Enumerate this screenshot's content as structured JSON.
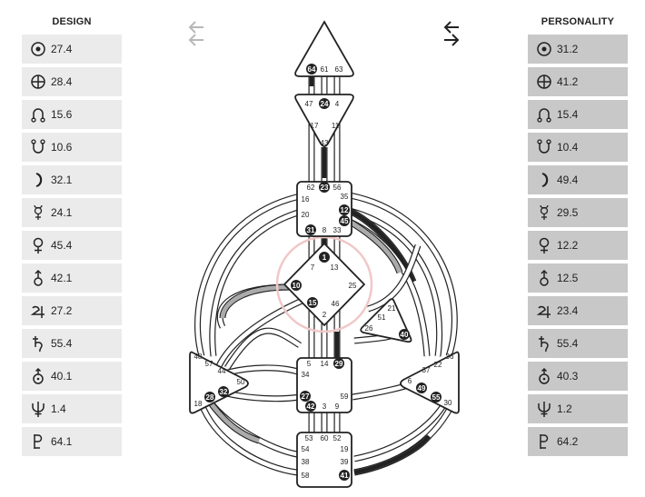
{
  "design": {
    "heading": "DESIGN",
    "rows": [
      {
        "planet_icon": "sun-icon",
        "value": "27.4"
      },
      {
        "planet_icon": "earth-icon",
        "value": "28.4"
      },
      {
        "planet_icon": "north-node-icon",
        "value": "15.6"
      },
      {
        "planet_icon": "south-node-icon",
        "value": "10.6"
      },
      {
        "planet_icon": "moon-icon",
        "value": "32.1"
      },
      {
        "planet_icon": "mercury-icon",
        "value": "24.1"
      },
      {
        "planet_icon": "venus-icon",
        "value": "45.4"
      },
      {
        "planet_icon": "mars-icon",
        "value": "42.1"
      },
      {
        "planet_icon": "jupiter-icon",
        "value": "27.2"
      },
      {
        "planet_icon": "saturn-icon",
        "value": "55.4"
      },
      {
        "planet_icon": "uranus-icon",
        "value": "40.1"
      },
      {
        "planet_icon": "neptune-icon",
        "value": "1.4"
      },
      {
        "planet_icon": "pluto-icon",
        "value": "64.1"
      }
    ]
  },
  "personality": {
    "heading": "PERSONALITY",
    "rows": [
      {
        "planet_icon": "sun-icon",
        "value": "31.2"
      },
      {
        "planet_icon": "earth-icon",
        "value": "41.2"
      },
      {
        "planet_icon": "north-node-icon",
        "value": "15.4"
      },
      {
        "planet_icon": "south-node-icon",
        "value": "10.4"
      },
      {
        "planet_icon": "moon-icon",
        "value": "49.4"
      },
      {
        "planet_icon": "mercury-icon",
        "value": "29.5"
      },
      {
        "planet_icon": "venus-icon",
        "value": "12.2"
      },
      {
        "planet_icon": "mars-icon",
        "value": "12.5"
      },
      {
        "planet_icon": "jupiter-icon",
        "value": "23.4"
      },
      {
        "planet_icon": "saturn-icon",
        "value": "55.4"
      },
      {
        "planet_icon": "uranus-icon",
        "value": "40.3"
      },
      {
        "planet_icon": "neptune-icon",
        "value": "1.2"
      },
      {
        "planet_icon": "pluto-icon",
        "value": "64.2"
      }
    ]
  },
  "arrows": {
    "left": {
      "top": "left-arrow-icon",
      "bottom": "left-arrow-icon",
      "color": "#b8b8b8"
    },
    "right": {
      "top": "left-arrow-icon",
      "bottom": "right-arrow-icon",
      "color": "#222222"
    }
  },
  "bodygraph": {
    "colors": {
      "defined_center": "#ffffff",
      "stroke": "#222222",
      "active": "#222222",
      "design_active": "#aaaaaa",
      "highlight": "#f0c8c8"
    },
    "gates": {
      "head": [
        "64",
        "61",
        "63"
      ],
      "ajna": [
        "47",
        "24",
        "4",
        "17",
        "11",
        "43"
      ],
      "throat": [
        "62",
        "23",
        "56",
        "16",
        "35",
        "12",
        "20",
        "45",
        "31",
        "8",
        "33"
      ],
      "g": [
        "1",
        "7",
        "13",
        "10",
        "25",
        "15",
        "46",
        "2"
      ],
      "ego": [
        "21",
        "51",
        "26",
        "40"
      ],
      "sacral": [
        "5",
        "14",
        "29",
        "34",
        "27",
        "59",
        "42",
        "3",
        "9"
      ],
      "root": [
        "53",
        "60",
        "52",
        "54",
        "19",
        "38",
        "39",
        "58",
        "41"
      ],
      "spleen": [
        "48",
        "57",
        "44",
        "50",
        "32",
        "18",
        "28"
      ],
      "solar_plexus": [
        "36",
        "22",
        "37",
        "6",
        "49",
        "55",
        "30"
      ]
    },
    "active_gates": [
      "64",
      "24",
      "23",
      "12",
      "45",
      "31",
      "1",
      "10",
      "15",
      "40",
      "29",
      "27",
      "42",
      "41",
      "32",
      "28",
      "49",
      "55"
    ]
  }
}
